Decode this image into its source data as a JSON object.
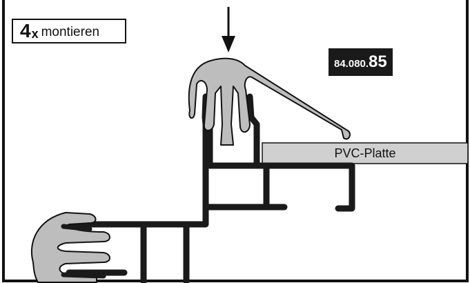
{
  "instruction": {
    "count": "4",
    "multiplier": "x",
    "verb": "montieren"
  },
  "part_number": {
    "prefix": "84.080.",
    "suffix": "85"
  },
  "panel": {
    "label": "PVC-Platte"
  },
  "colors": {
    "profile": "#1a1a1a",
    "gasket": "#bdbdbd",
    "panel": "#d0d0d0",
    "frame": "#111111",
    "badge_bg": "#1a1a1a",
    "badge_text": "#ffffff"
  },
  "icons": {
    "press_direction": "arrow-down-icon"
  }
}
